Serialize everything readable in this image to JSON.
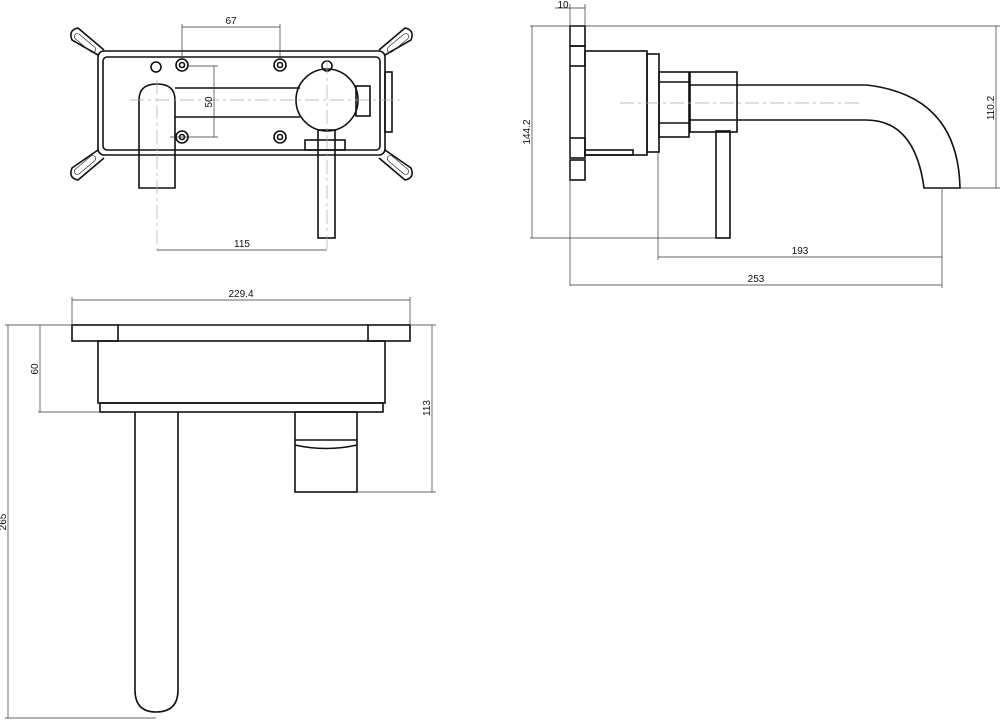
{
  "title": "Wall-mounted basin mixer technical drawing",
  "front_view": {
    "dims": {
      "hole_spacing_h": "67",
      "hole_spacing_v": "50",
      "spout_to_lever": "115"
    }
  },
  "side_view": {
    "dims": {
      "plate_thickness": "10",
      "overall_height": "144.2",
      "spout_height": "110.2",
      "spout_projection": "193",
      "overall_depth": "253"
    }
  },
  "top_view": {
    "dims": {
      "overall_width": "229.4",
      "box_depth": "60",
      "handle_depth": "113",
      "spout_length": "265"
    }
  },
  "colors": {
    "line": "#111111",
    "centerline": "#aaaaaa"
  }
}
